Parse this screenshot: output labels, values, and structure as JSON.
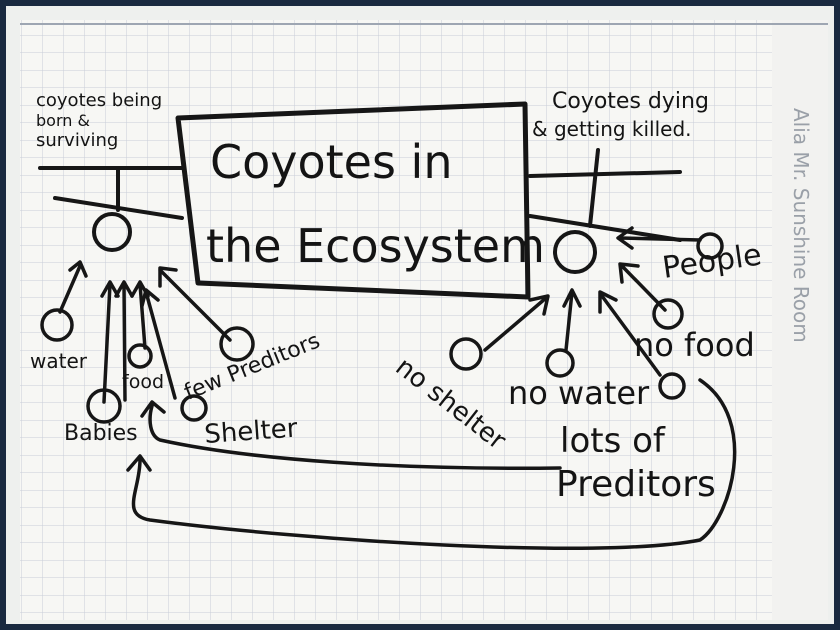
{
  "title": {
    "line1": "Coyotes in",
    "line2": "the Ecosystem"
  },
  "left_branch": {
    "label_line1": "coyotes being",
    "label_line2": "born &",
    "label_line3": "surviving"
  },
  "right_branch": {
    "label_line1": "Coyotes dying",
    "label_line2": "& getting killed."
  },
  "left_factors": [
    "water",
    "food",
    "few Preditors",
    "Shelter",
    "Babies"
  ],
  "right_factors": [
    "People",
    "no food",
    "no shelter",
    "no water",
    "lots of",
    "Preditors"
  ],
  "signature": "Alia Mr. Sunshine Room",
  "colors": {
    "background": "#1a2a40",
    "paper": "#f7f7f4",
    "grid": "#c9ced8",
    "ink": "#161616"
  }
}
